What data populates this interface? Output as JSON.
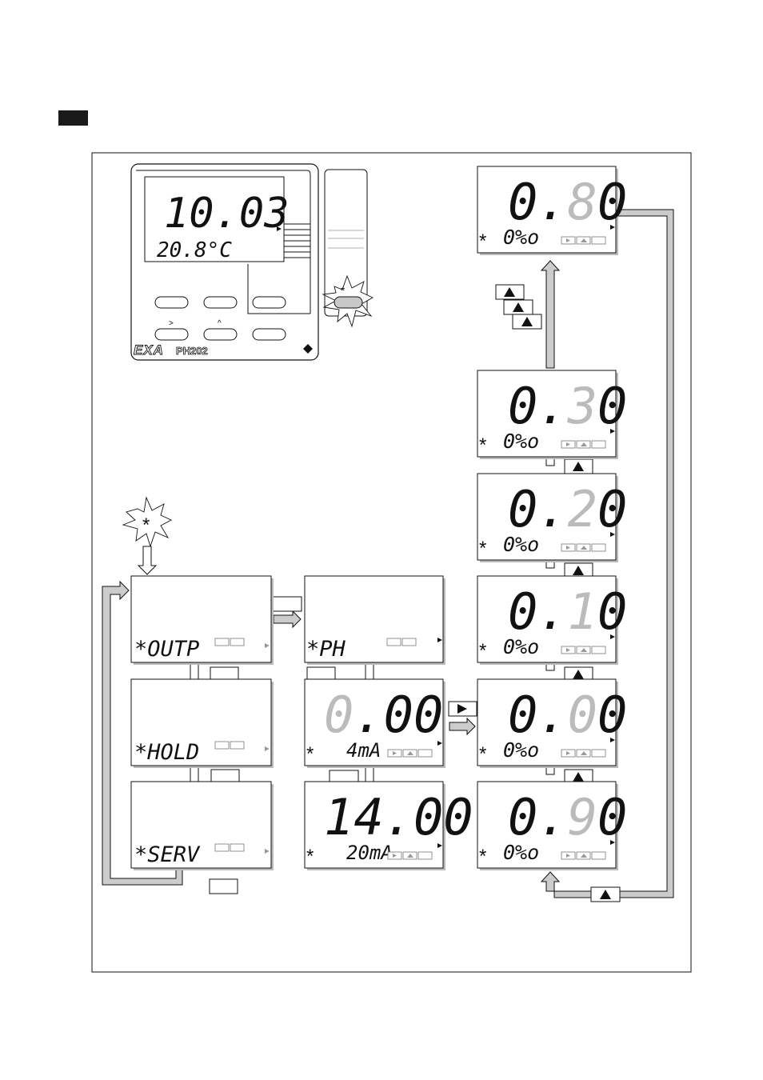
{
  "header": {
    "marker": ""
  },
  "device": {
    "main_value": "10.03",
    "sub_value": "20.8°C",
    "brand": "EXA",
    "model": "PH202",
    "button_right_label": ">",
    "button_up_label": "^"
  },
  "flow": {
    "column1": [
      {
        "label": "*OUTP"
      },
      {
        "label": "*HOLD"
      },
      {
        "label": "*SERV"
      }
    ],
    "column2": [
      {
        "label": "*PH"
      },
      {
        "big_dim": "0",
        "big": ".00",
        "small": "4mA"
      },
      {
        "big_dim": "",
        "big": "14.00",
        "small": "20mA"
      }
    ],
    "column3": [
      {
        "big_a": "0.",
        "big_dim": "8",
        "big_b": "0",
        "small": "0%o"
      },
      {
        "big_a": "0.",
        "big_dim": "3",
        "big_b": "0",
        "small": "0%o"
      },
      {
        "big_a": "0.",
        "big_dim": "2",
        "big_b": "0",
        "small": "0%o"
      },
      {
        "big_a": "0.",
        "big_dim": "1",
        "big_b": "0",
        "small": "0%o"
      },
      {
        "big_a": "0.",
        "big_dim": "0",
        "big_b": "0",
        "small": "0%o"
      },
      {
        "big_a": "0.",
        "big_dim": "9",
        "big_b": "0",
        "small": "0%o"
      }
    ]
  },
  "colors": {
    "ink": "#111111",
    "dim_digit": "#bbbbbb",
    "arrow_fill": "#cccccc",
    "header_block": "#1a1a1a"
  }
}
